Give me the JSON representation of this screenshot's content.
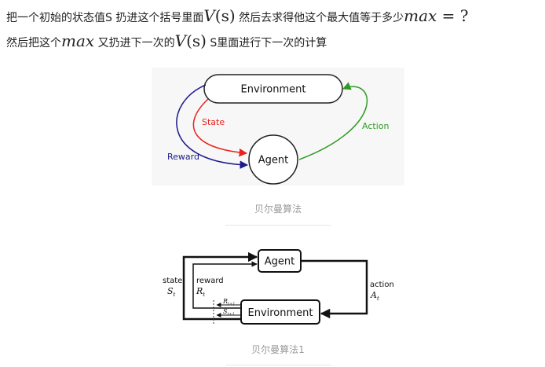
{
  "paragraph": {
    "line1": {
      "t1": "把一个初始的状态值S 扔进这个括号里面",
      "m1": "V",
      "m1b": "(s)",
      "t2": " 然后去求得他这个最大值等于多少",
      "m2": "max",
      "m2b": " = ?"
    },
    "line2": {
      "t1": "然后把这个",
      "m1": "max",
      "t2": " 又扔进下一次的",
      "m2": "V",
      "m2b": "(s)",
      "t3": " S里面进行下一次的计算"
    }
  },
  "figure1": {
    "environment": "Environment",
    "agent": "Agent",
    "state": "State",
    "reward": "Reward",
    "action": "Action",
    "caption": "贝尔曼算法",
    "colors": {
      "state": "#e8231f",
      "reward": "#1d1a8c",
      "action": "#2f9a23"
    }
  },
  "figure2": {
    "agent": "Agent",
    "environment": "Environment",
    "state_label": "state",
    "state_sym": "S",
    "state_sub": "t",
    "reward_label": "reward",
    "reward_sym": "R",
    "reward_sub": "t",
    "next_reward_sym": "R",
    "next_reward_sub": "t+1",
    "next_state_sym": "S",
    "next_state_sub": "t+1",
    "action_label": "action",
    "action_sym": "A",
    "action_sub": "t",
    "caption": "贝尔曼算法1"
  }
}
